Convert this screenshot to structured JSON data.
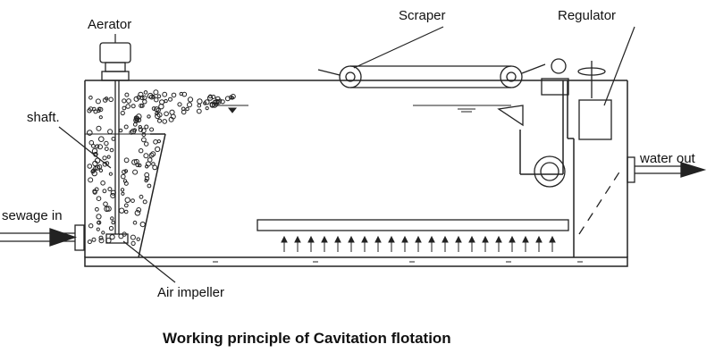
{
  "labels": {
    "aerator": "Aerator",
    "scraper": "Scraper",
    "regulator": "Regulator",
    "shaft": "shaft.",
    "water_out": "water out",
    "sewage_in": "sewage in",
    "air_impeller": "Air impeller"
  },
  "caption": "Working principle of Cavitation flotation",
  "colors": {
    "line": "#222222",
    "background": "#ffffff"
  }
}
